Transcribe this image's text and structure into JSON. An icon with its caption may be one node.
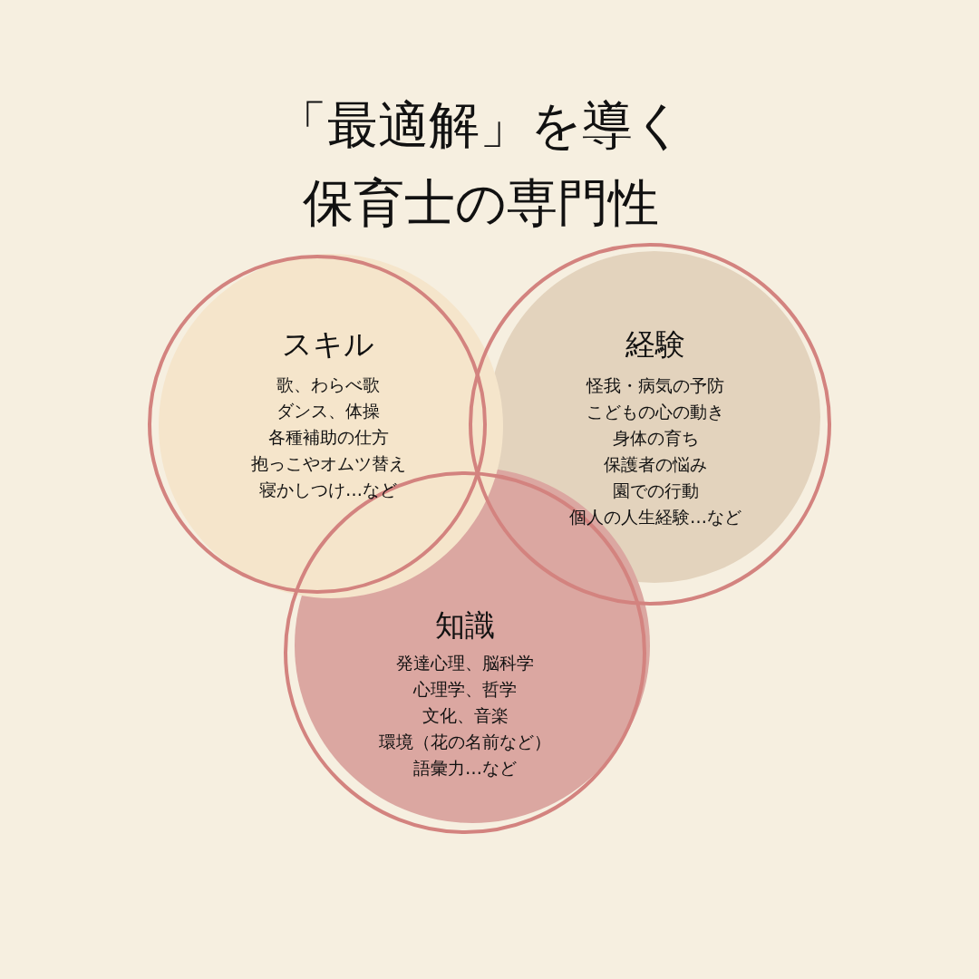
{
  "diagram": {
    "title": "「最適解」を導く保育士の専門性",
    "nodes": [
      {
        "text": [
          "スキル",
          "歌、わらべ歌",
          "ダンス、体操",
          "各種補助の仕方",
          "抱っこやオムツ替え",
          "寝かしつけ…など"
        ]
      },
      {
        "text": [
          "経験",
          "怪我・病気の予防",
          "こどもの心の動き",
          "身体の育ち",
          "保護者の悩み",
          "園での行動",
          "個人の人生経験…など"
        ]
      },
      {
        "text": [
          "知識",
          "発達心理、脳科学",
          "心理学、哲学",
          "文化、音楽",
          "環境（花の名前など）",
          "語彙力…など"
        ]
      }
    ]
  }
}
